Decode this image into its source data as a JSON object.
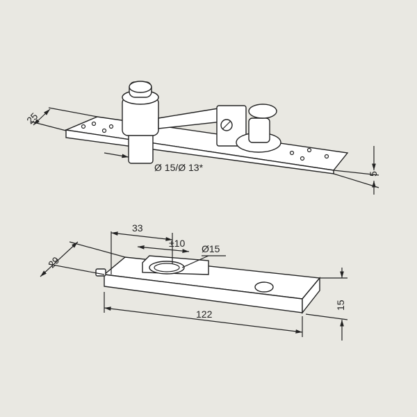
{
  "top_view": {
    "dim_width": "25",
    "dim_pivot_diameter": "Ø 15/Ø 13*",
    "dim_thickness": "5"
  },
  "bottom_view": {
    "dim_offset": "33",
    "dim_adjust": "±10",
    "dim_socket_diameter": "Ø15",
    "dim_width": "29",
    "dim_height": "15",
    "dim_length": "122"
  },
  "colors": {
    "background": "#e9e8e2",
    "line": "#222222"
  }
}
